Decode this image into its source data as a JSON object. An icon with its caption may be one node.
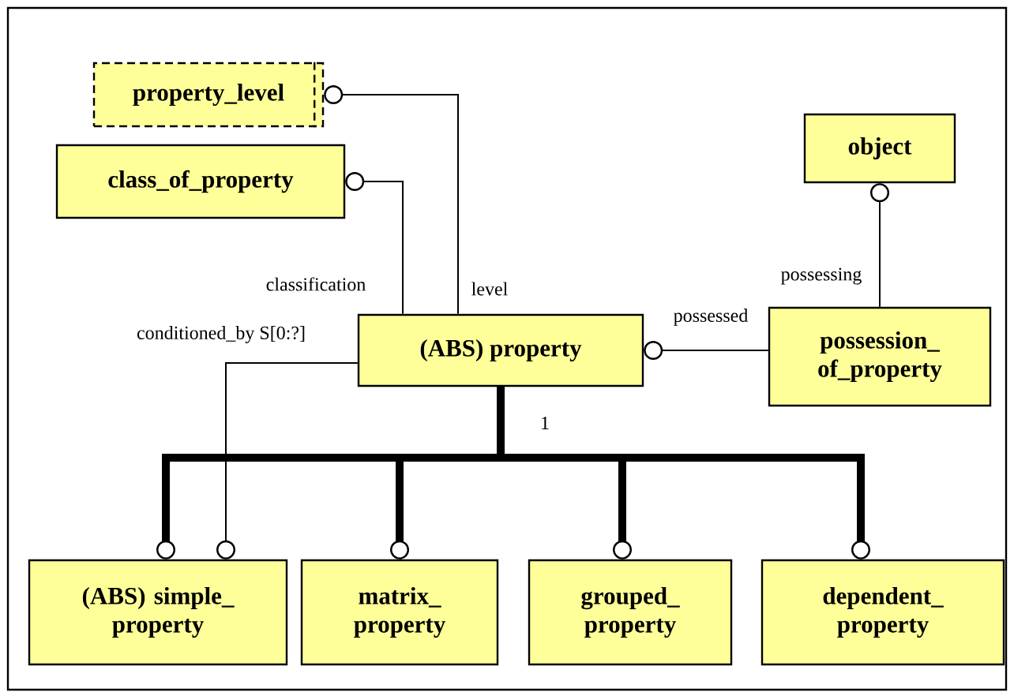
{
  "diagram": {
    "nodes": [
      {
        "text": [
          "property_level"
        ]
      },
      {
        "text": [
          "class_of_property"
        ]
      },
      {
        "text": [
          "object"
        ]
      },
      {
        "text": [
          "(ABS) property"
        ]
      },
      {
        "text": [
          "possession_ of_property"
        ]
      },
      {
        "text": [
          "(ABS) simple_ property"
        ]
      },
      {
        "text": [
          "matrix_ property"
        ]
      },
      {
        "text": [
          "grouped_ property"
        ]
      },
      {
        "text": [
          "dependent_ property"
        ]
      }
    ],
    "edges": [
      {
        "from": 3,
        "to": 0,
        "arrow": "other",
        "label": "level"
      },
      {
        "from": 3,
        "to": 1,
        "arrow": "other",
        "label": "classification"
      },
      {
        "from": 4,
        "to": 3,
        "arrow": "other",
        "label": "possessed"
      },
      {
        "from": 4,
        "to": 2,
        "arrow": "other",
        "label": "possessing"
      },
      {
        "from": 3,
        "to": 5,
        "arrow": "other",
        "label": "conditioned_by S[0:?]"
      },
      {
        "from": 3,
        "to": 5,
        "arrow": "other",
        "style": "thick"
      },
      {
        "from": 3,
        "to": 6,
        "arrow": "other",
        "style": "thick"
      },
      {
        "from": 3,
        "to": 7,
        "arrow": "other",
        "style": "thick"
      },
      {
        "from": 3,
        "to": 8,
        "arrow": "other",
        "style": "thick"
      }
    ],
    "labels": [
      "1"
    ]
  }
}
